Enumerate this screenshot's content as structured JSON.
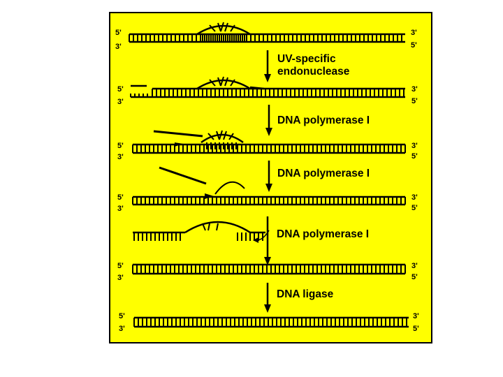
{
  "colors": {
    "background": "#ffff00",
    "ink": "#000000"
  },
  "ends": {
    "left_top": "5'",
    "left_bottom": "3'",
    "right_top": "3'",
    "right_bottom": "5'"
  },
  "steps": [
    {
      "line1": "UV-specific",
      "line2": "endonuclease"
    },
    {
      "line1": "DNA  polymerase I",
      "line2": ""
    },
    {
      "line1": "DNA  polymerase I",
      "line2": ""
    },
    {
      "line1": "DNA  polymerase I",
      "line2": ""
    },
    {
      "line1": "DNA  ligase",
      "line2": ""
    }
  ]
}
